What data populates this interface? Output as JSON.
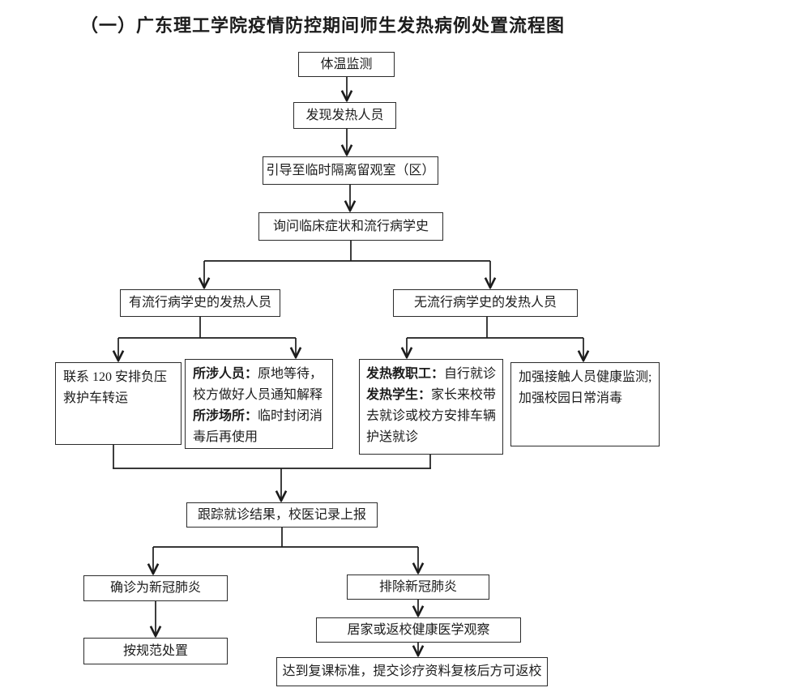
{
  "page": {
    "title": "（一）广东理工学院疫情防控期间师生发热病例处置流程图"
  },
  "flowchart": {
    "nodes": {
      "temp_monitor": "体温监测",
      "found_fever": "发现发热人员",
      "guide_isolation": "引导至临时隔离留观室（区）",
      "ask_history": "询问临床症状和流行病学史",
      "with_history": "有流行病学史的发热人员",
      "without_history": "无流行病学史的发热人员",
      "call_120": {
        "line1": "联系 120 安排负压",
        "line2": "救护车转运"
      },
      "involved": {
        "label1": "所涉人员：",
        "text1": "原地等待，校方做好人员通知解释",
        "label2": "所涉场所：",
        "text2": "临时封闭消毒后再使用"
      },
      "fever_person": {
        "label1": "发热教职工：",
        "text1": "自行就诊",
        "label2": "发热学生：",
        "text2": "家长来校带去就诊或校方安排车辆护送就诊"
      },
      "strengthen": {
        "line1": "加强接触人员健康监测;",
        "line2": "加强校园日常消毒"
      },
      "track": "跟踪就诊结果，校医记录上报",
      "confirmed": "确诊为新冠肺炎",
      "excluded": "排除新冠肺炎",
      "handle_standard": "按规范处置",
      "home_observe": "居家或返校健康医学观察",
      "return_school": "达到复课标准，提交诊疗资料复核后方可返校"
    },
    "line_color": "#1c1c1c"
  }
}
